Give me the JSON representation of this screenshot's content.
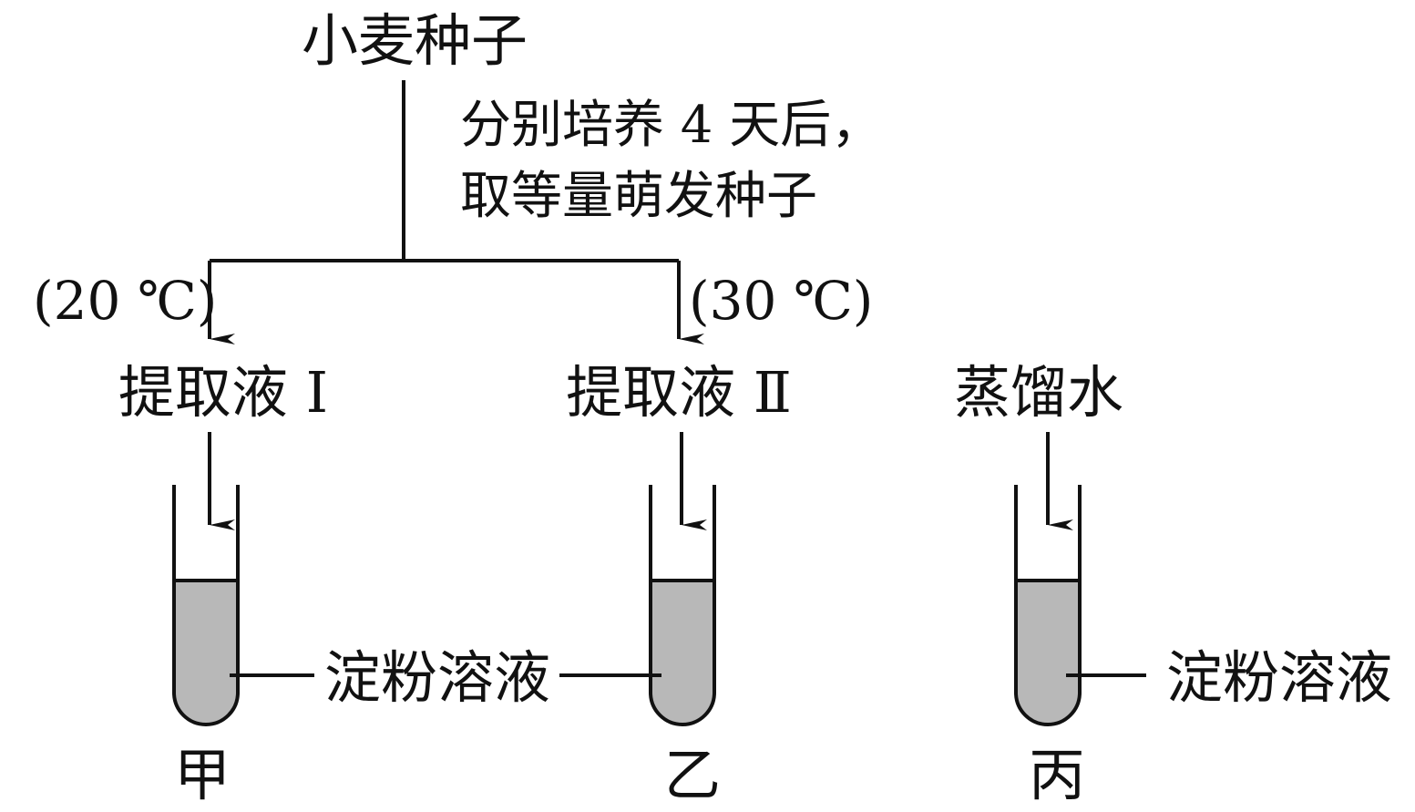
{
  "title": "小麦种子",
  "process_note": {
    "line1": "分别培养 4 天后，",
    "line2": "取等量萌发种子"
  },
  "branches": [
    {
      "temperature": "(20 ℃)",
      "extract": "提取液 Ⅰ"
    },
    {
      "temperature": "(30 ℃)",
      "extract": "提取液 Ⅱ"
    }
  ],
  "control_source": "蒸馏水",
  "tubes": [
    {
      "label": "甲",
      "contents": "淀粉溶液"
    },
    {
      "label": "乙",
      "contents": "淀粉溶液"
    },
    {
      "label": "丙",
      "contents": "淀粉溶液"
    }
  ],
  "colors": {
    "ink": "#111111",
    "liquid": "#b8b8b8"
  }
}
